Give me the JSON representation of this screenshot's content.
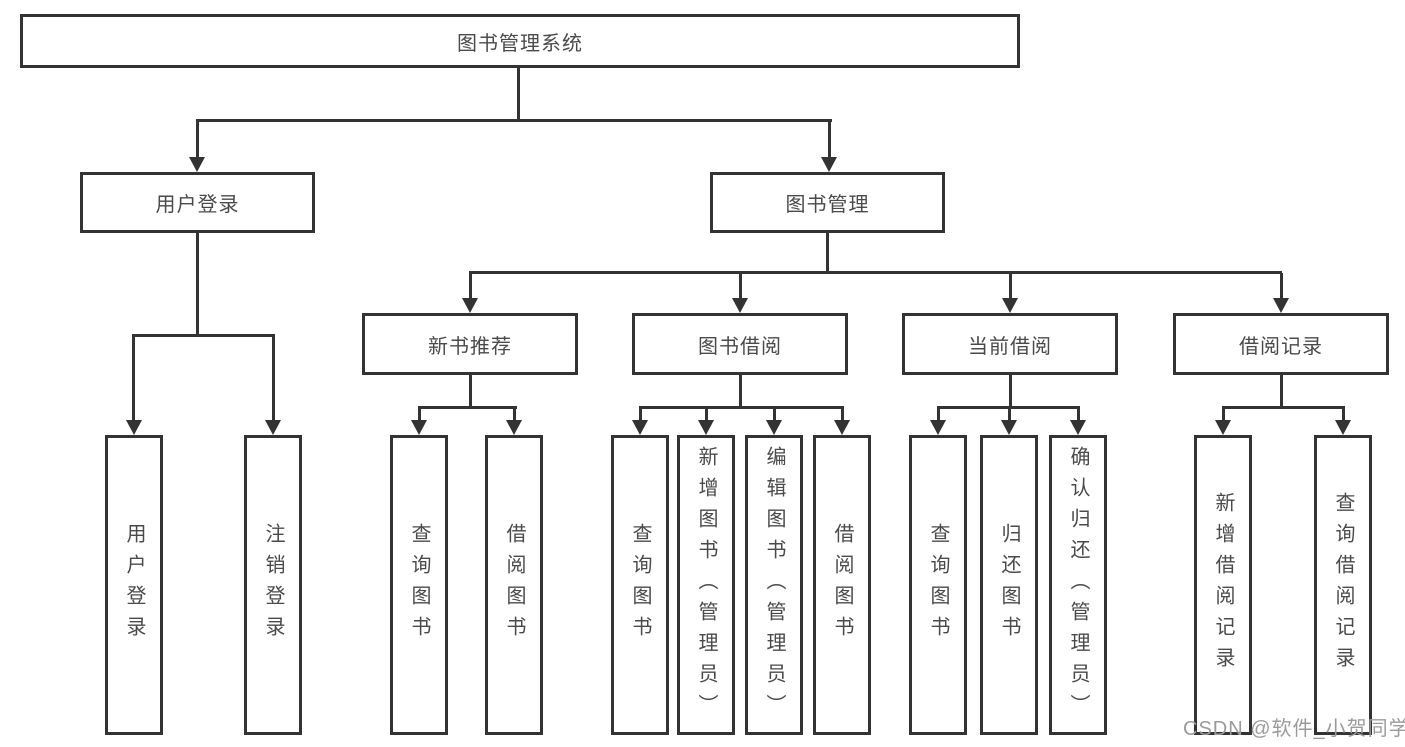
{
  "colors": {
    "line": "#333333",
    "box_border": "#333333",
    "box_fill": "#ffffff",
    "text": "#4a4a4a",
    "watermark": "#9b9b9b"
  },
  "watermark": {
    "text": "CSDN @软件_小贺同学"
  },
  "tree": {
    "root": {
      "label": "图书管理系统"
    },
    "children": [
      {
        "label": "用户登录",
        "children": [
          {
            "label": "用户登录"
          },
          {
            "label": "注销登录"
          }
        ]
      },
      {
        "label": "图书管理",
        "children": [
          {
            "label": "新书推荐",
            "children": [
              {
                "label": "查询图书"
              },
              {
                "label": "借阅图书"
              }
            ]
          },
          {
            "label": "图书借阅",
            "children": [
              {
                "label": "查询图书"
              },
              {
                "label": "新增图书（管理员）"
              },
              {
                "label": "编辑图书（管理员）"
              },
              {
                "label": "借阅图书"
              }
            ]
          },
          {
            "label": "当前借阅",
            "children": [
              {
                "label": "查询图书"
              },
              {
                "label": "归还图书"
              },
              {
                "label": "确认归还（管理员）"
              }
            ]
          },
          {
            "label": "借阅记录",
            "children": [
              {
                "label": "新增借阅记录"
              },
              {
                "label": "查询借阅记录"
              }
            ]
          }
        ]
      }
    ]
  }
}
